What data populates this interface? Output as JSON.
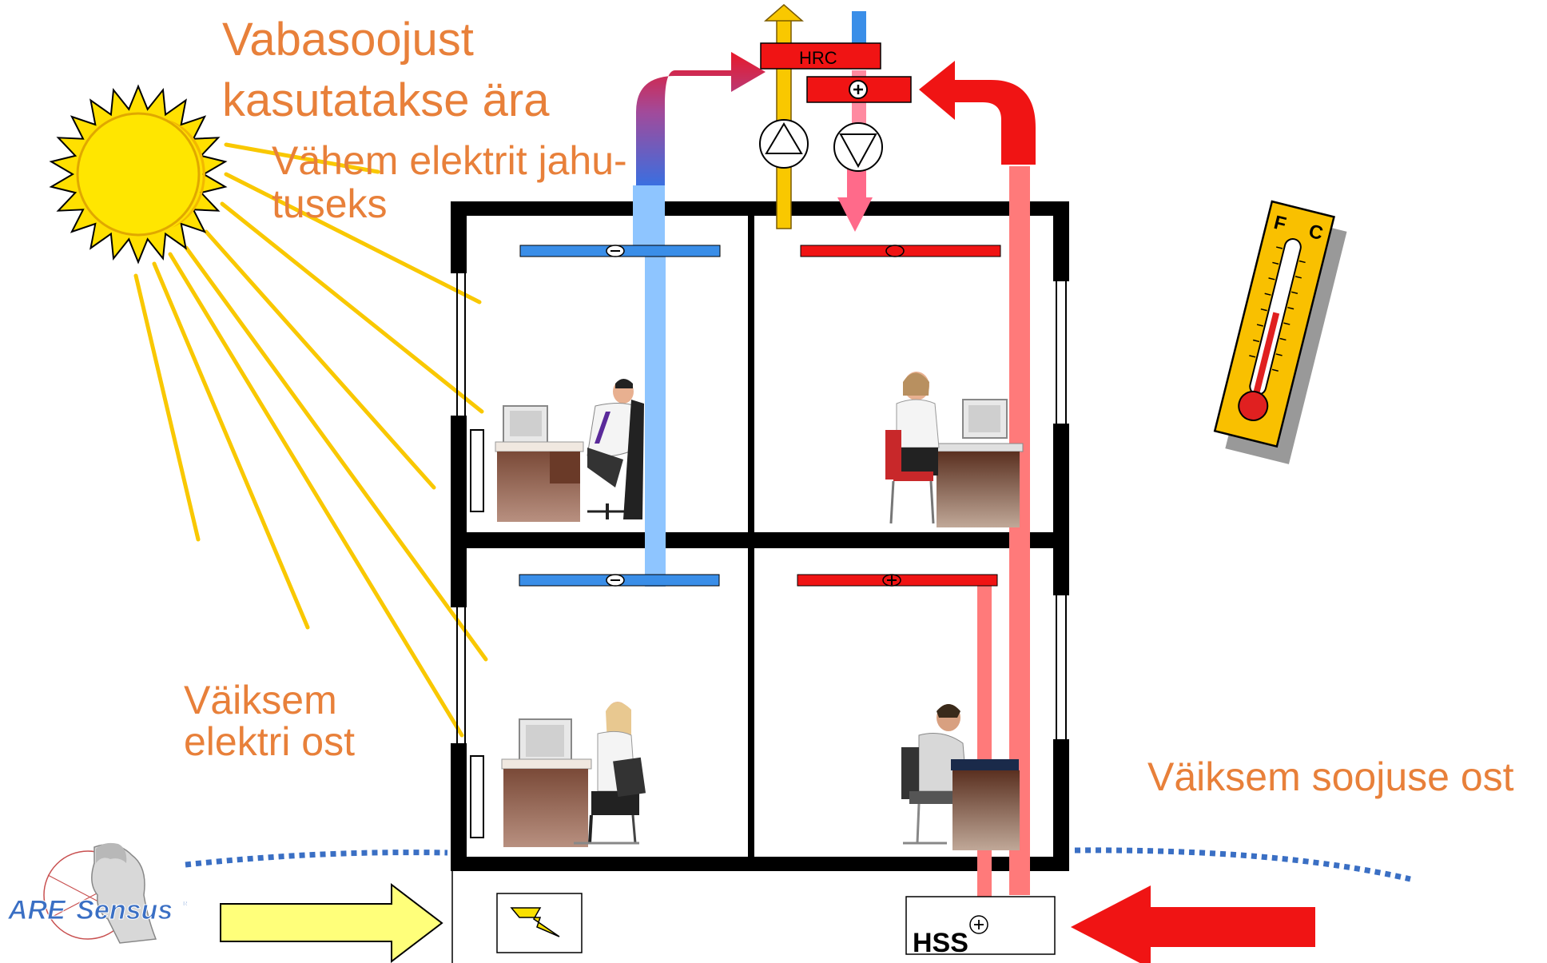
{
  "texts": {
    "free_heat": "Vabasoojust\nkasutatakse ära",
    "less_cooling": "Vähem elektrit jahu-\ntuseks",
    "less_electricity": "Väiksem\nelektri ost",
    "less_heat": "Väiksem soojuse ost",
    "hrc": "HRC",
    "hss": "HSS",
    "thermo_f": "F",
    "thermo_c": "C",
    "logo_are": "ARE",
    "logo_sensus": "Sensus",
    "logo_reg": "®"
  },
  "colors": {
    "label": "#E8803A",
    "sun": "#FFE000",
    "sun_rays": "#F9C800",
    "cold_pipe": "#8EC5FF",
    "cold_bar": "#3A8EE8",
    "warm_bar": "#F01414",
    "warm_pipe": "#FF7A7A",
    "walls": "#000000",
    "ground_dots": "#3A6FC4",
    "electric_arrow": "#FFFF7A",
    "heat_arrow": "#F01414",
    "exhaust_arrow": "#F9C800",
    "thermometer": "#F9C000"
  }
}
